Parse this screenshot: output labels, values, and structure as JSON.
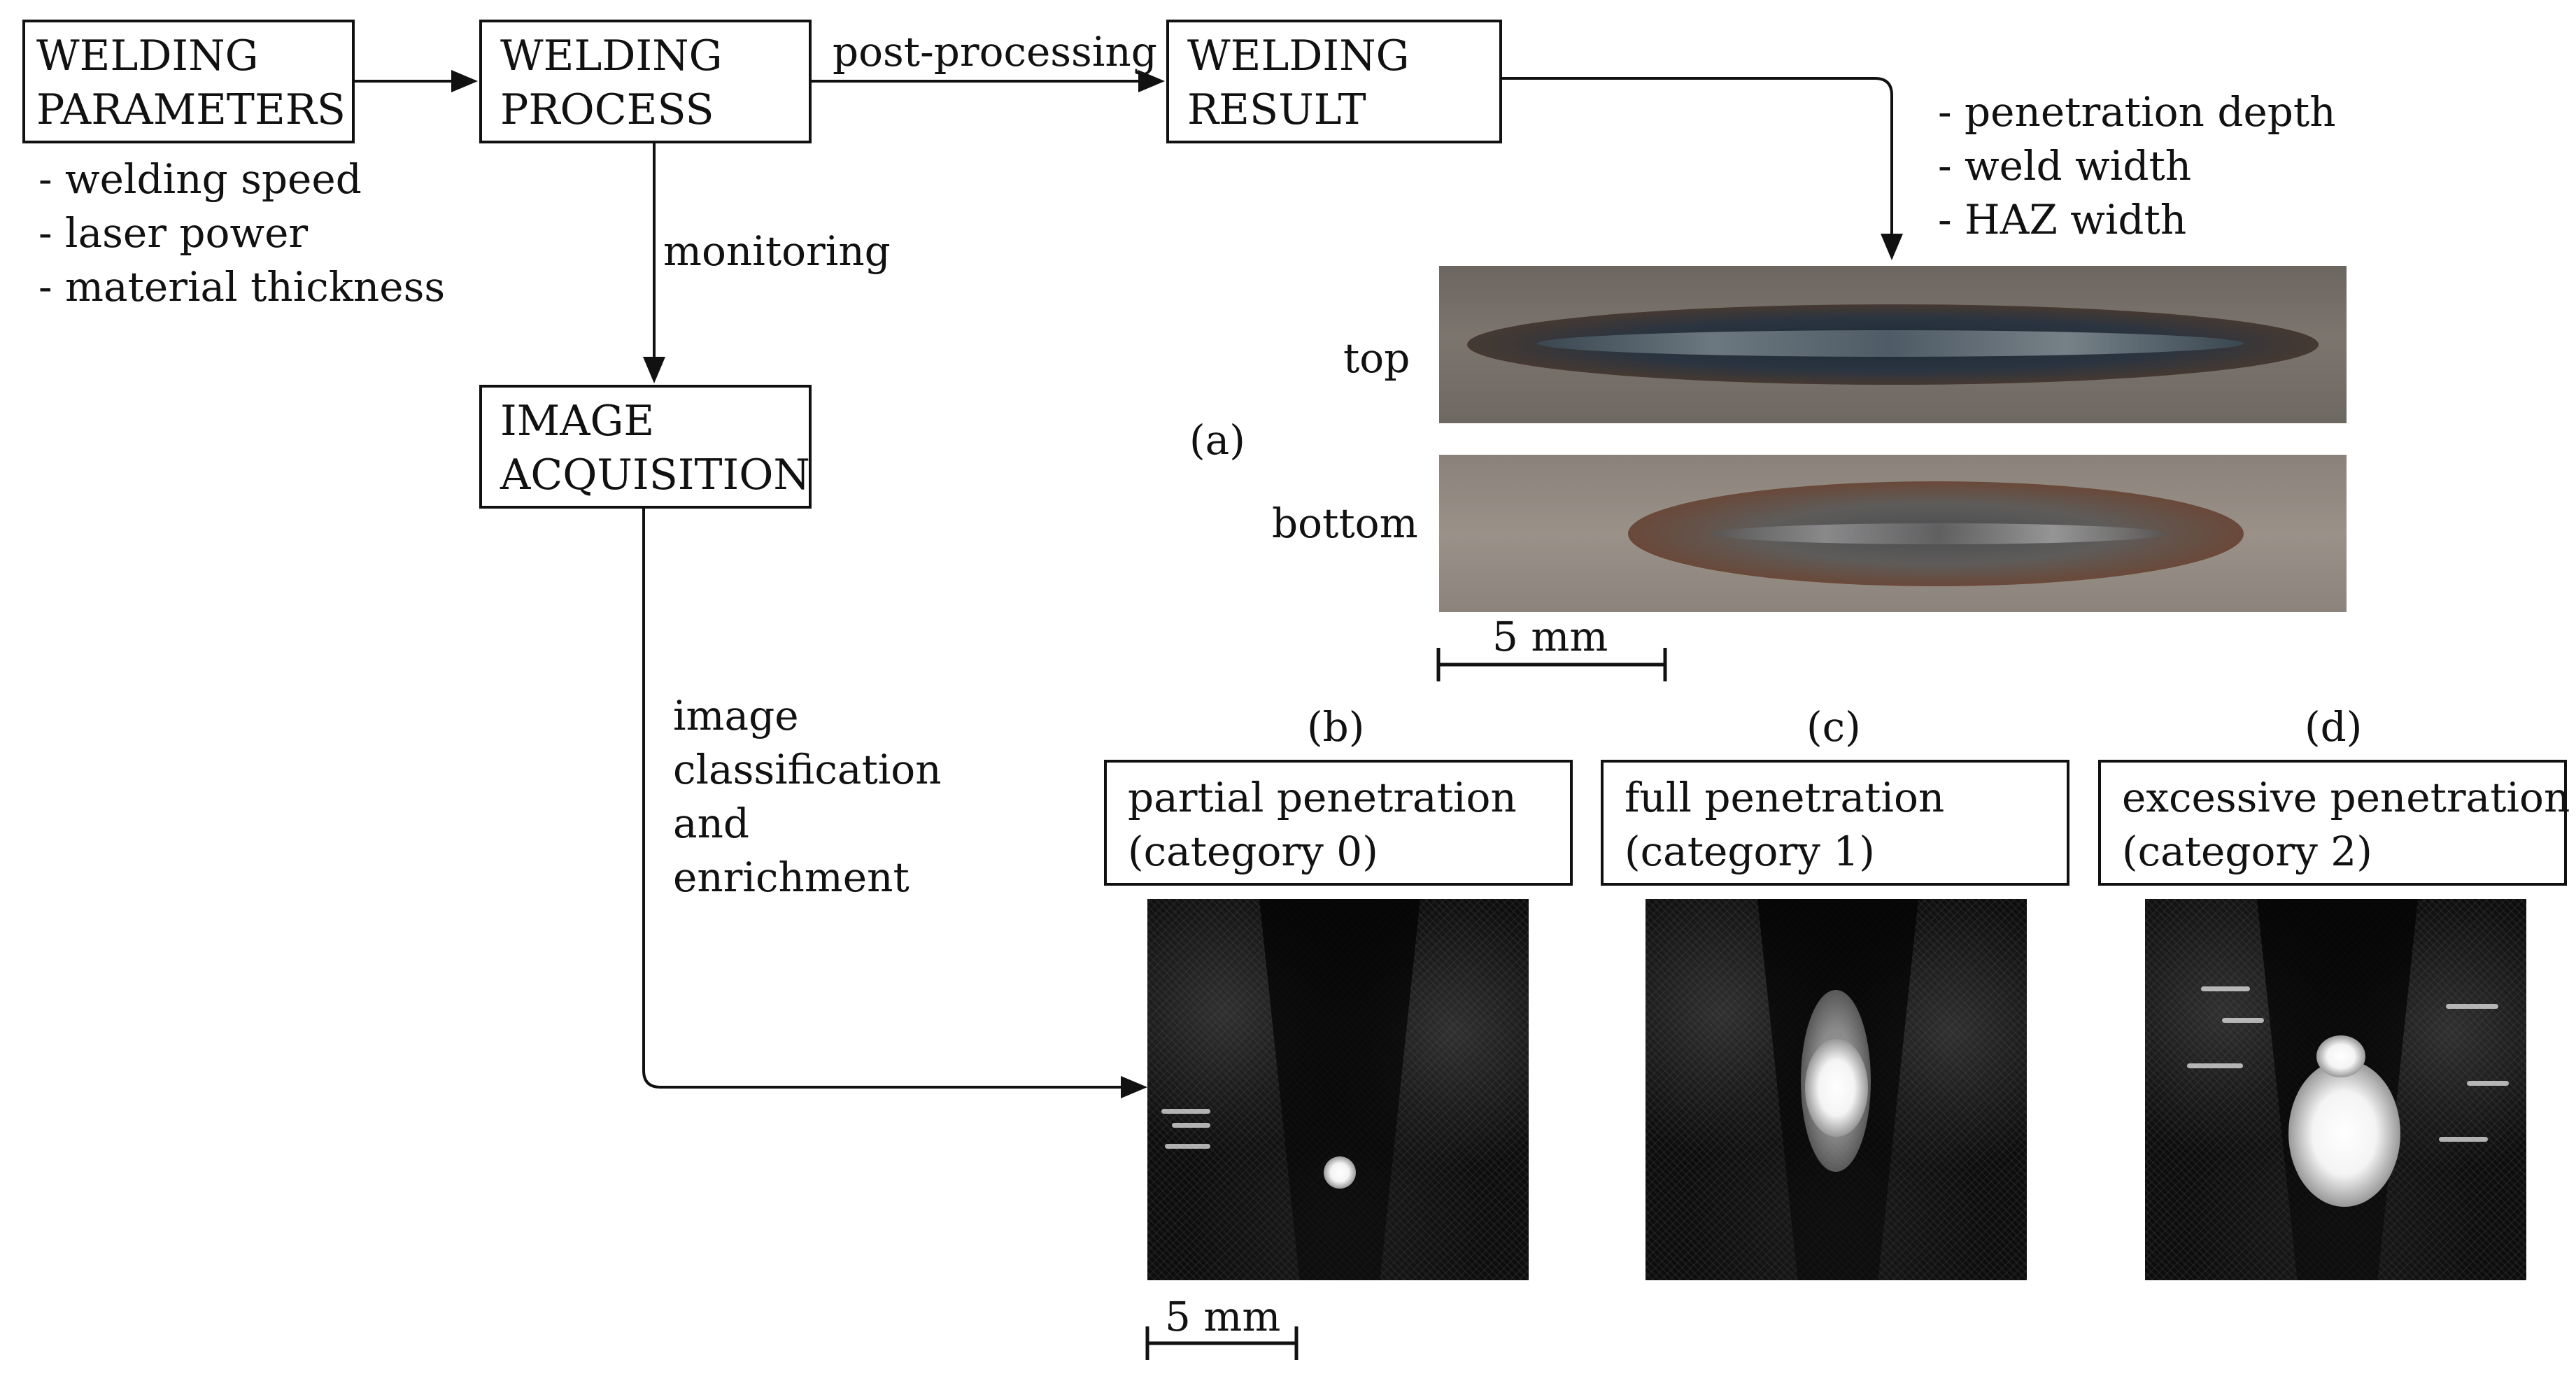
{
  "boxes": {
    "parameters": "WELDING\nPARAMETERS",
    "process": "WELDING\nPROCESS",
    "result": "WELDING\nRESULT",
    "image": "IMAGE\nACQUISITION"
  },
  "parameter_list": "- welding speed\n- laser power\n- material thickness",
  "result_list": "- penetration depth\n- weld width\n- HAZ width",
  "edges": {
    "post_processing": "post-processing",
    "monitoring": "monitoring",
    "classification": "image\nclassification\nand\nenrichment"
  },
  "seam": {
    "label": "(a)",
    "top": "top",
    "bottom": "bottom",
    "scale": "5 mm"
  },
  "categories": [
    {
      "letter": "(b)",
      "text": "partial penetration\n(category 0)"
    },
    {
      "letter": "(c)",
      "text": "full penetration\n(category 1)"
    },
    {
      "letter": "(d)",
      "text": "excessive penetration\n(category 2)"
    }
  ],
  "camera_scale": "5 mm"
}
